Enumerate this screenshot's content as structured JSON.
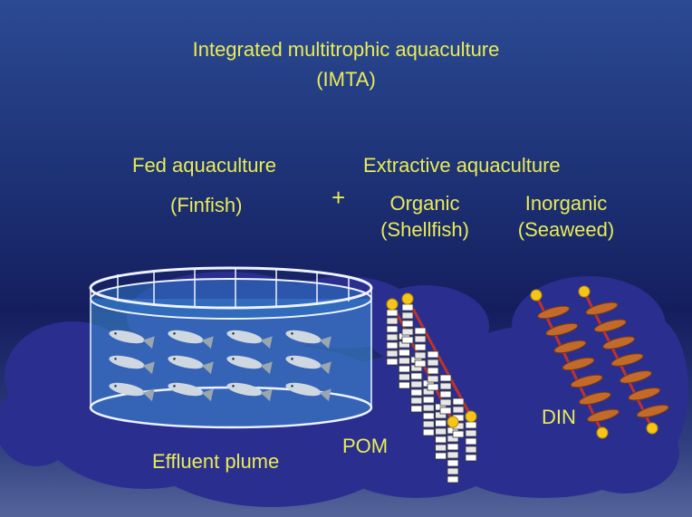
{
  "title": {
    "line1": "Integrated multitrophic aquaculture",
    "line2": "(IMTA)"
  },
  "fed": {
    "label": "Fed aquaculture",
    "sub": "(Finfish)"
  },
  "plus": "+",
  "extractive": {
    "label": "Extractive aquaculture",
    "organic": {
      "label": "Organic",
      "sub": "(Shellfish)"
    },
    "inorganic": {
      "label": "Inorganic",
      "sub": "(Seaweed)"
    }
  },
  "labels": {
    "effluent": "Effluent plume",
    "pom": "POM",
    "din": "DIN"
  },
  "colors": {
    "text": "#e9ec55",
    "plume": "#2a2f8f",
    "buoy": "#f5c518",
    "line": "#c0322b",
    "seaweed": "#c26a2a"
  }
}
